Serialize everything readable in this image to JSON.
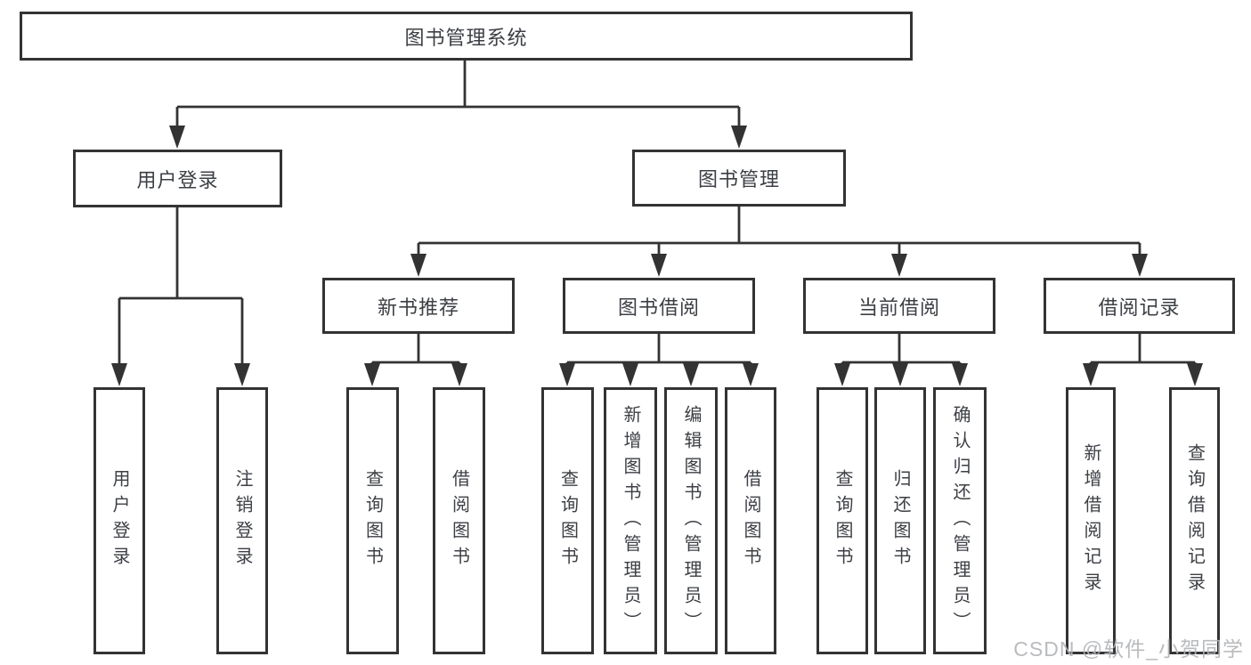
{
  "tree": {
    "root": "图书管理系统",
    "branches": [
      {
        "label": "用户登录",
        "leaves": [
          "用户登录",
          "注销登录"
        ]
      },
      {
        "label": "图书管理",
        "children": [
          {
            "label": "新书推荐",
            "leaves": [
              "查询图书",
              "借阅图书"
            ]
          },
          {
            "label": "图书借阅",
            "leaves": [
              "查询图书",
              "新增图书（管理员）",
              "编辑图书（管理员）",
              "借阅图书"
            ]
          },
          {
            "label": "当前借阅",
            "leaves": [
              "查询图书",
              "归还图书",
              "确认归还（管理员）"
            ]
          },
          {
            "label": "借阅记录",
            "leaves": [
              "新增借阅记录",
              "查询借阅记录"
            ]
          }
        ]
      }
    ]
  },
  "watermark": "CSDN @软件_小贺同学",
  "colors": {
    "line": "#333333",
    "box_border": "#333333",
    "text": "#3c3f44",
    "watermark": "#b2b4b7",
    "background": "#ffffff"
  }
}
